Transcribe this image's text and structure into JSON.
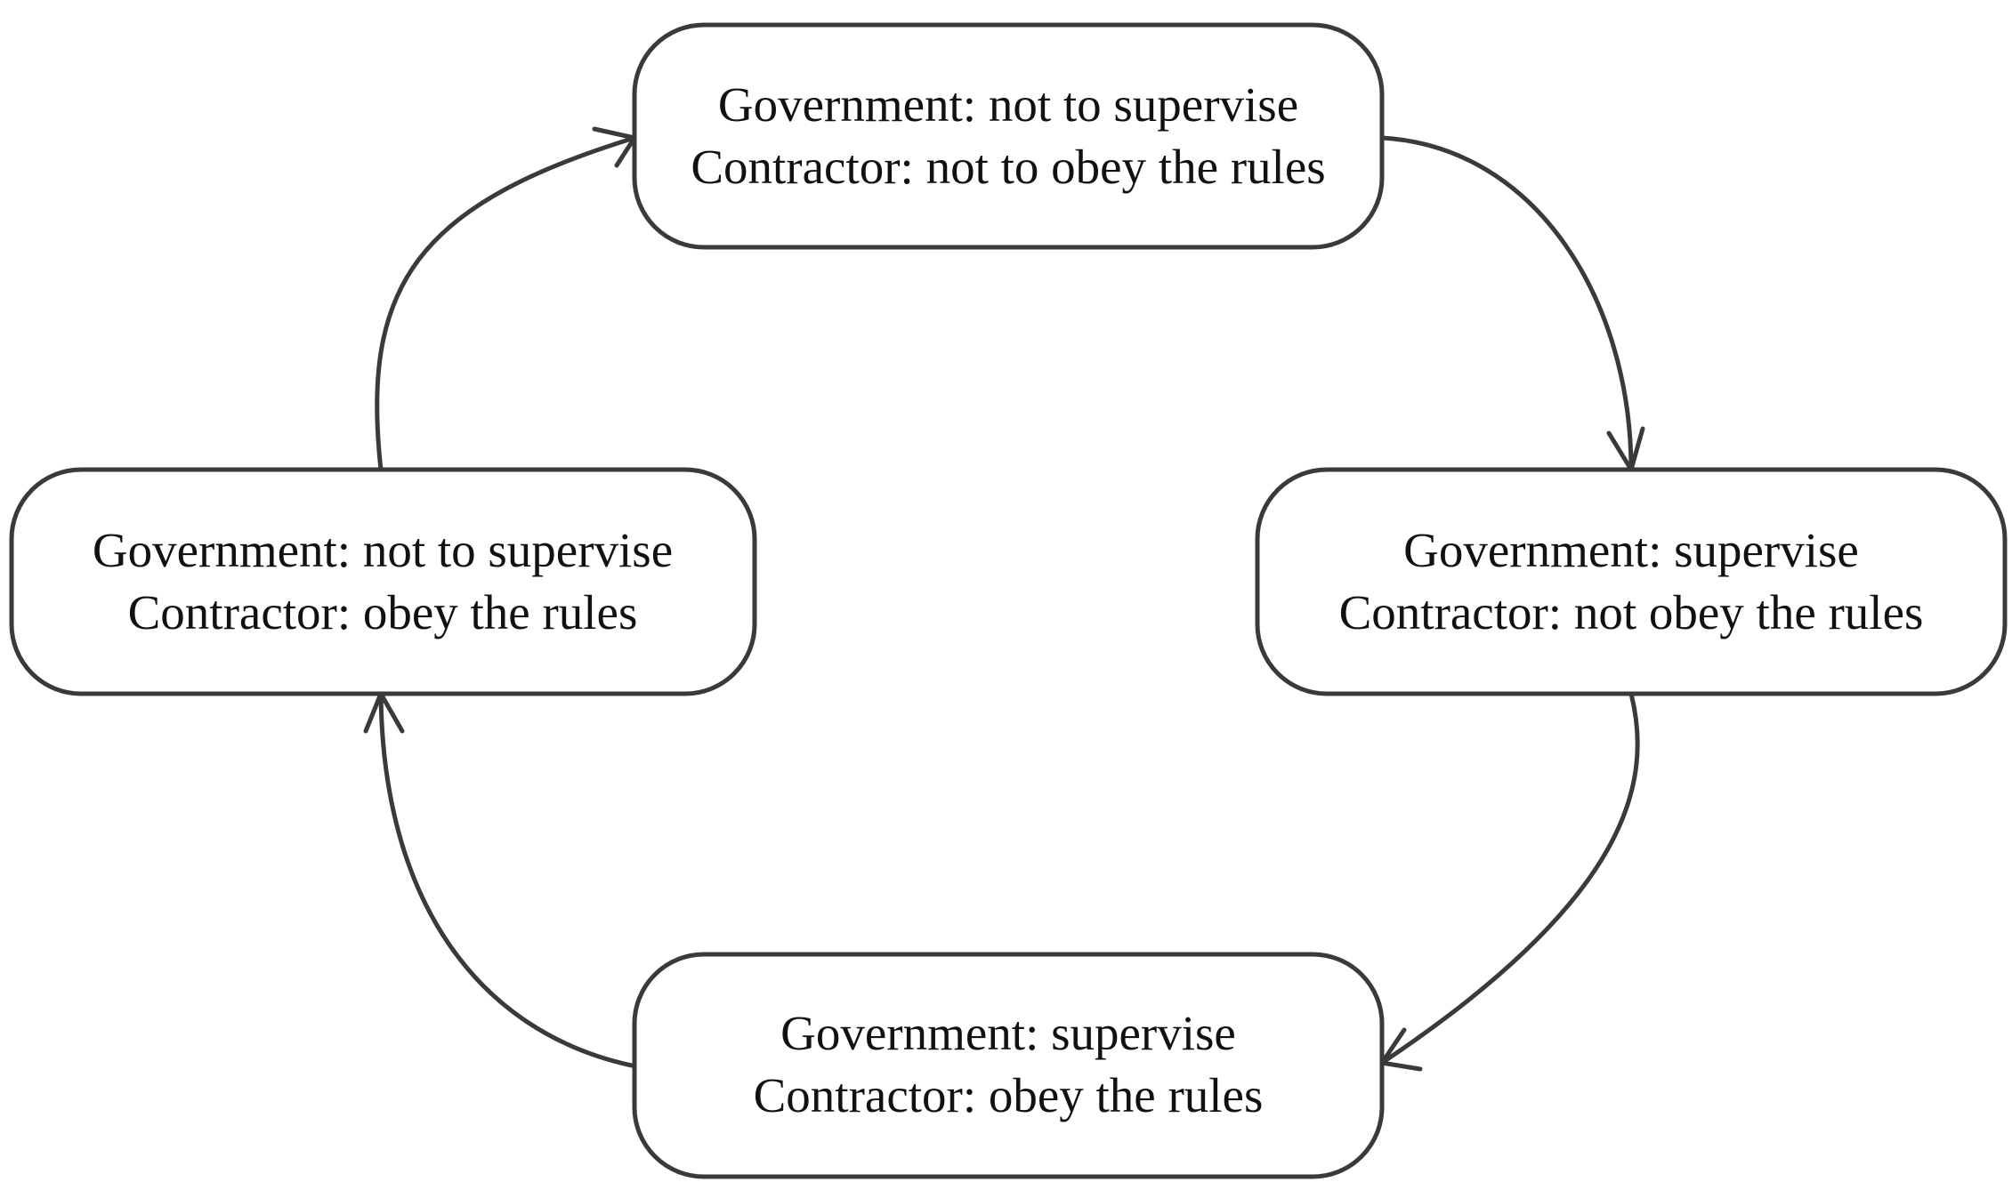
{
  "diagram": {
    "nodes": [
      {
        "id": "top",
        "line1": "Government: not to supervise",
        "line2": "Contractor: not to obey the rules"
      },
      {
        "id": "right",
        "line1": "Government: supervise",
        "line2": "Contractor: not obey the rules"
      },
      {
        "id": "bottom",
        "line1": "Government: supervise",
        "line2": "Contractor: obey the rules"
      },
      {
        "id": "left",
        "line1": "Government: not to supervise",
        "line2": "Contractor: obey the rules"
      }
    ],
    "edges": [
      {
        "from": "top",
        "to": "right"
      },
      {
        "from": "right",
        "to": "bottom"
      },
      {
        "from": "bottom",
        "to": "left"
      },
      {
        "from": "left",
        "to": "top"
      }
    ],
    "colors": {
      "stroke": "#3a3a3a",
      "text": "#111111",
      "background": "#ffffff"
    }
  }
}
